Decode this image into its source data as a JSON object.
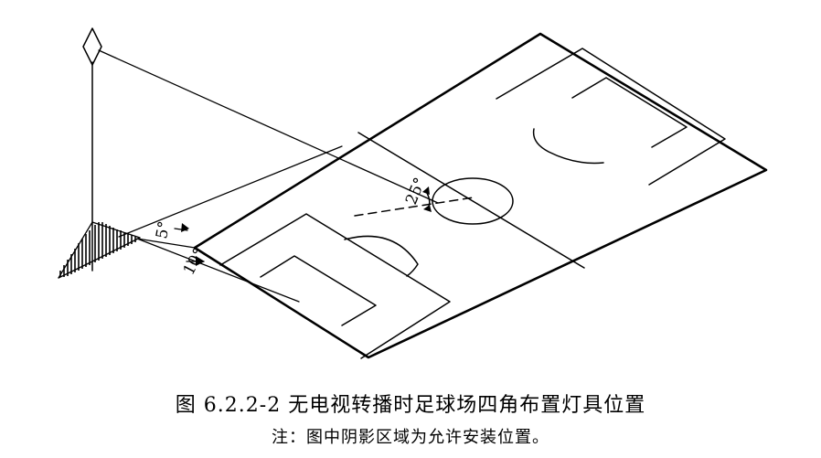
{
  "figure": {
    "angle_labels": [
      "25°",
      "5°",
      "10°"
    ]
  },
  "caption": {
    "title": "图 6.2.2-2   无电视转播时足球场四角布置灯具位置",
    "note": "注：图中阴影区域为允许安装位置。"
  }
}
